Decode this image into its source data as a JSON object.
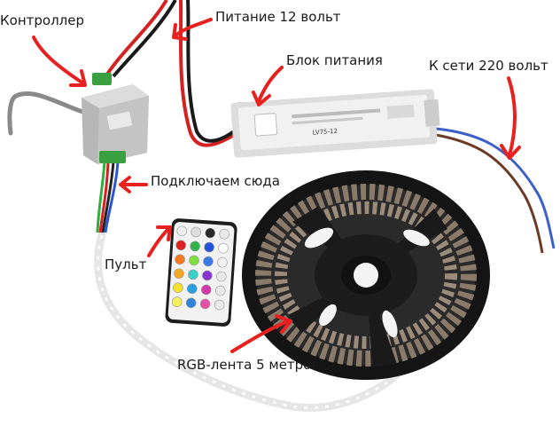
{
  "labels": {
    "controller": "Контроллер",
    "power": "Питание 12 вольт",
    "psu": "Блок питания",
    "mains": "К сети 220 вольт",
    "connect": "Подключаем сюда",
    "remote": "Пульт",
    "strip": "RGB-лента 5 метров"
  },
  "psu_text": {
    "model": "LV75-12"
  },
  "colors": {
    "arrow": "#e8201f",
    "wire_red": "#d42222",
    "wire_black": "#1a1a1a",
    "wire_blue": "#3d5fc8",
    "wire_brown": "#6b3b25",
    "reel": "#141414",
    "remote_body": "#f2f2f2",
    "controller_body": "#c9c9c9",
    "connector_green": "#3a9f3e"
  },
  "remote_buttons": [
    "#eeeeee",
    "#dddddd",
    "#2a2a2a",
    "#e9e9e9",
    "#e02020",
    "#2fb24a",
    "#2554d8",
    "#ffffff",
    "#f07b22",
    "#7fe03b",
    "#3a78e8",
    "#f1f1f1",
    "#f5a623",
    "#38d0c8",
    "#8a34d6",
    "#e9e9e9",
    "#f5e12d",
    "#27a0e0",
    "#d23aa8",
    "#e9e9e9",
    "#f7f05a",
    "#2e84d8",
    "#e74ea6",
    "#e9e9e9"
  ]
}
